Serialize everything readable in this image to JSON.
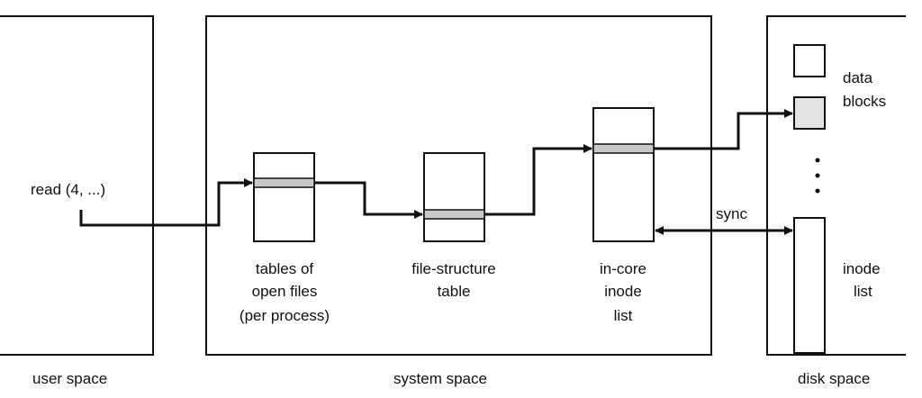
{
  "regions": {
    "user": "user space",
    "system": "system space",
    "disk": "disk space"
  },
  "call": "read (4, ...)",
  "tables": {
    "open_files": [
      "tables of",
      "open files",
      "(per process)"
    ],
    "file_structure": [
      "file-structure",
      "table"
    ],
    "incore_inode": [
      "in-core",
      "inode",
      "list"
    ]
  },
  "disk": {
    "data_blocks": [
      "data",
      "blocks"
    ],
    "inode_list": [
      "inode",
      "list"
    ],
    "sync": "sync"
  },
  "colors": {
    "line": "#111111",
    "highlight": "#c8c8c8",
    "block_fill": "#e3e3e3"
  }
}
